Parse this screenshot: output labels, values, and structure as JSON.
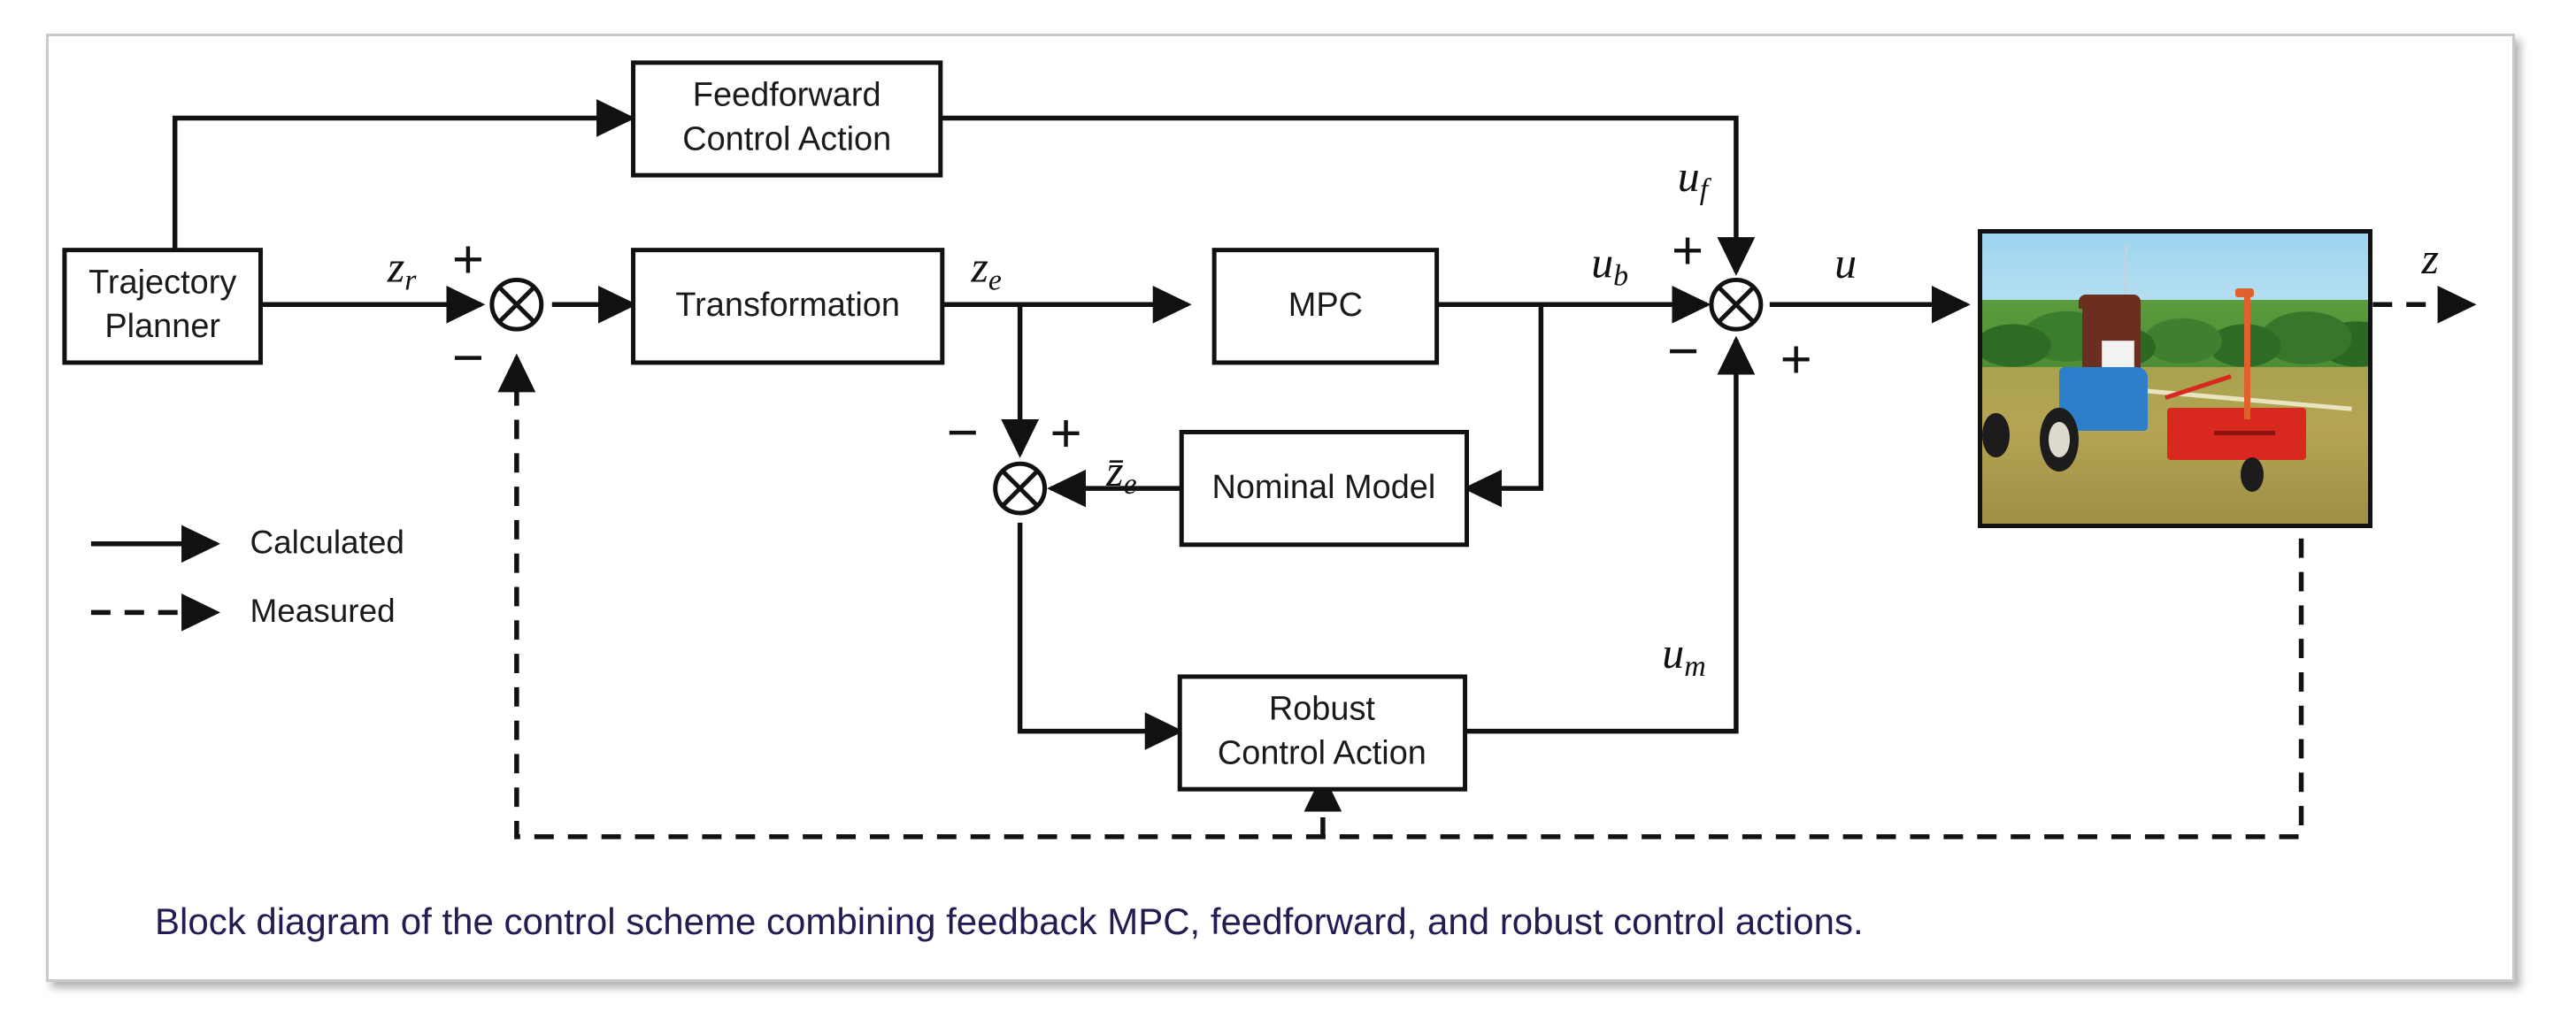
{
  "figure": {
    "caption": "Block diagram of the control scheme combining feedback MPC, feedforward, and robust control actions."
  },
  "blocks": {
    "trajectory_planner": "Trajectory\nPlanner",
    "trajectory_planner_line1": "Trajectory",
    "trajectory_planner_line2": "Planner",
    "feedforward_line1": "Feedforward",
    "feedforward_line2": "Control Action",
    "transformation": "Transformation",
    "mpc": "MPC",
    "nominal_model": "Nominal Model",
    "robust_line1": "Robust",
    "robust_line2": "Control Action"
  },
  "signals": {
    "z_r_base": "z",
    "z_r_sub": "r",
    "z_e_base": "z",
    "z_e_sub": "e",
    "z_e_bar_base": "z̄",
    "z_e_bar_sub": "e",
    "u_b_base": "u",
    "u_b_sub": "b",
    "u_f_base": "u",
    "u_f_sub": "f",
    "u_m_base": "u",
    "u_m_sub": "m",
    "u": "u",
    "z": "z"
  },
  "signs": {
    "sum1_plus": "+",
    "sum1_minus": "−",
    "sum2_minus": "−",
    "sum2_plus_top": "+",
    "sum2_plus_right": "+",
    "sum3_plus_top": "+",
    "sum3_minus_left": "−",
    "sum3_plus_bottom": "+"
  },
  "legend": {
    "calculated": "Calculated",
    "measured": "Measured"
  },
  "colors": {
    "line": "#111111",
    "caption_text": "#241b52",
    "panel_border": "#c9c9c9",
    "background": "#ffffff"
  }
}
